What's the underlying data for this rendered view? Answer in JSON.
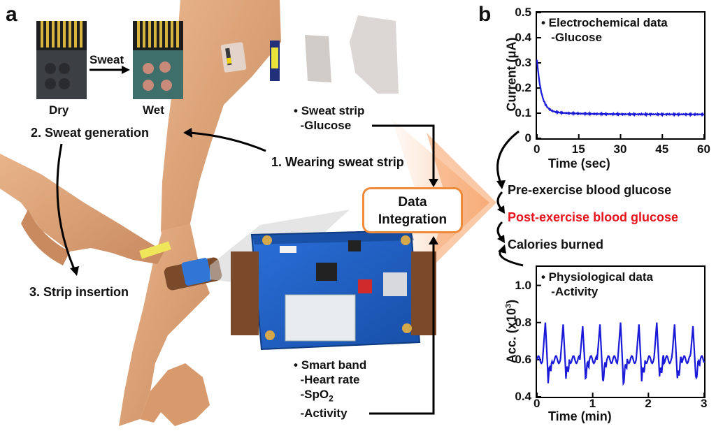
{
  "panel_a": {
    "letter": "a",
    "sweat_label": "Sweat",
    "dry_label": "Dry",
    "wet_label": "Wet",
    "step1": "1. Wearing sweat strip",
    "step2": "2. Sweat generation",
    "step3": "3. Strip insertion",
    "sweat_strip": {
      "bullet": "•",
      "title": "Sweat strip",
      "items": [
        "-Glucose"
      ]
    },
    "smart_band": {
      "bullet": "•",
      "title": "Smart band",
      "items": [
        "-Heart rate",
        "-SpO",
        "-Activity"
      ],
      "subscript": "2"
    },
    "data_integration": [
      "Data",
      "Integration"
    ]
  },
  "panel_b": {
    "letter": "b",
    "outputs": [
      {
        "text": "Pre-exercise blood glucose",
        "color": "#111111"
      },
      {
        "text": "Post-exercise blood glucose",
        "color": "#e8121c"
      },
      {
        "text": "Calories burned",
        "color": "#111111"
      }
    ]
  },
  "colors": {
    "accent_orange": "#ee8a3a",
    "line_blue": "#1a1ad8",
    "highlight_red": "#e8121c"
  },
  "chart_data": [
    {
      "type": "line",
      "title": "",
      "annotation": [
        "• Electrochemical data",
        "-Glucose"
      ],
      "xlabel": "Time (sec)",
      "ylabel": "Current (μA)",
      "xlim": [
        0,
        60
      ],
      "ylim": [
        0,
        0.5
      ],
      "xticks": [
        "0",
        "15",
        "30",
        "45",
        "60"
      ],
      "yticks": [
        "0",
        "0.1",
        "0.2",
        "0.3",
        "0.4",
        "0.5"
      ],
      "series": [
        {
          "x": [
            0,
            0.5,
            1,
            1.5,
            2,
            3,
            4,
            5,
            6,
            8,
            10,
            15,
            20,
            30,
            40,
            50,
            60
          ],
          "y": [
            0.3,
            0.22,
            0.18,
            0.155,
            0.14,
            0.125,
            0.117,
            0.112,
            0.108,
            0.104,
            0.102,
            0.1,
            0.099,
            0.098,
            0.097,
            0.096,
            0.095
          ]
        }
      ],
      "line_color": "#1a1ad8",
      "grid": false
    },
    {
      "type": "line",
      "title": "",
      "annotation": [
        "• Physiological data",
        "-Activity"
      ],
      "xlabel": "Time (min)",
      "ylabel_main": "Acc. (x10",
      "ylabel_sup": "3",
      "ylabel_end": ")",
      "xlim": [
        0,
        3
      ],
      "ylim": [
        0.4,
        1.1
      ],
      "xticks": [
        "0",
        "1",
        "2",
        "3"
      ],
      "yticks": [
        "0.4",
        "0.6",
        "0.8",
        "1.0"
      ],
      "series": [
        {
          "peaks_x": [
            0.15,
            0.47,
            0.82,
            1.13,
            1.5,
            1.83,
            2.15,
            2.47,
            2.8
          ],
          "peak_values": [
            0.8,
            0.79,
            0.78,
            0.79,
            0.8,
            0.79,
            0.8,
            0.79,
            0.78
          ],
          "trough_values": [
            0.5,
            0.51,
            0.52,
            0.5,
            0.49,
            0.5,
            0.51,
            0.5,
            0.51
          ],
          "baseline": 0.6
        }
      ],
      "line_color": "#1a1ad8",
      "grid": false
    }
  ]
}
